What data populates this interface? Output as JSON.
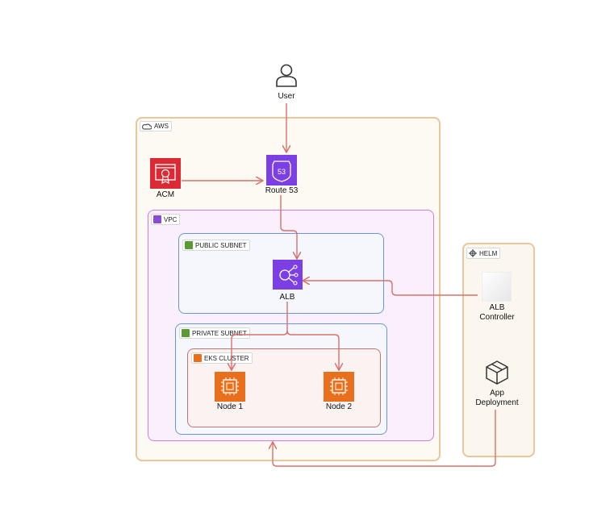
{
  "groups": {
    "aws": "AWS",
    "vpc": "VPC",
    "public_subnet": "PUBLIC SUBNET",
    "private_subnet": "PRIVATE SUBNET",
    "eks_cluster": "EKS CLUSTER",
    "helm": "HELM"
  },
  "nodes": {
    "user": "User",
    "acm": "ACM",
    "route53": "Route 53",
    "route53_badge": "53",
    "alb": "ALB",
    "node1": "Node 1",
    "node2": "Node 2",
    "alb_controller_line1": "ALB",
    "alb_controller_line2": "Controller",
    "app_deployment_line1": "App",
    "app_deployment_line2": "Deployment"
  },
  "colors": {
    "arrow": "#d9706a",
    "aws_border": "#e8c79a",
    "vpc_border": "#d27be0",
    "subnet_border": "#6b95d6",
    "eks_border": "#c97070",
    "acm_red": "#d92a35",
    "route53_purple": "#7b3fe4",
    "ec2_orange": "#e8701c"
  }
}
